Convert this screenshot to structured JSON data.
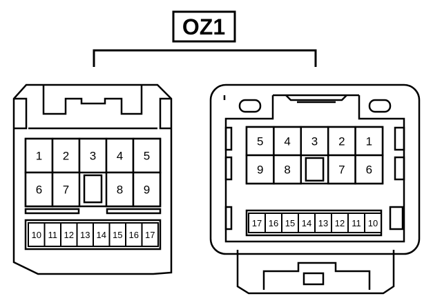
{
  "label": "OZ1",
  "left_connector": {
    "top_rows": [
      [
        "1",
        "2",
        "3",
        "4",
        "5"
      ],
      [
        "6",
        "7",
        "",
        "8",
        "9"
      ]
    ],
    "bottom_row": [
      "10",
      "11",
      "12",
      "13",
      "14",
      "15",
      "16",
      "17"
    ]
  },
  "right_connector": {
    "top_rows": [
      [
        "5",
        "4",
        "3",
        "2",
        "1"
      ],
      [
        "9",
        "8",
        "",
        "7",
        "6"
      ]
    ],
    "bottom_row": [
      "17",
      "16",
      "15",
      "14",
      "13",
      "12",
      "11",
      "10"
    ]
  },
  "colors": {
    "stroke": "#000000",
    "fill": "#ffffff"
  }
}
